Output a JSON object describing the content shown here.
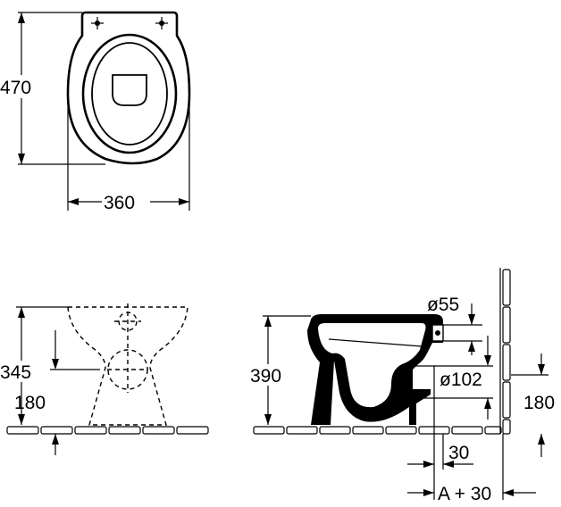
{
  "dimensions": {
    "depth": "470",
    "width": "360",
    "rim_height": "345",
    "inlet_height_front": "180",
    "total_height": "390",
    "inlet_diameter": "ø55",
    "outlet_diameter": "ø102",
    "outlet_height": "180",
    "offset": "30",
    "clearance": "A + 30"
  }
}
